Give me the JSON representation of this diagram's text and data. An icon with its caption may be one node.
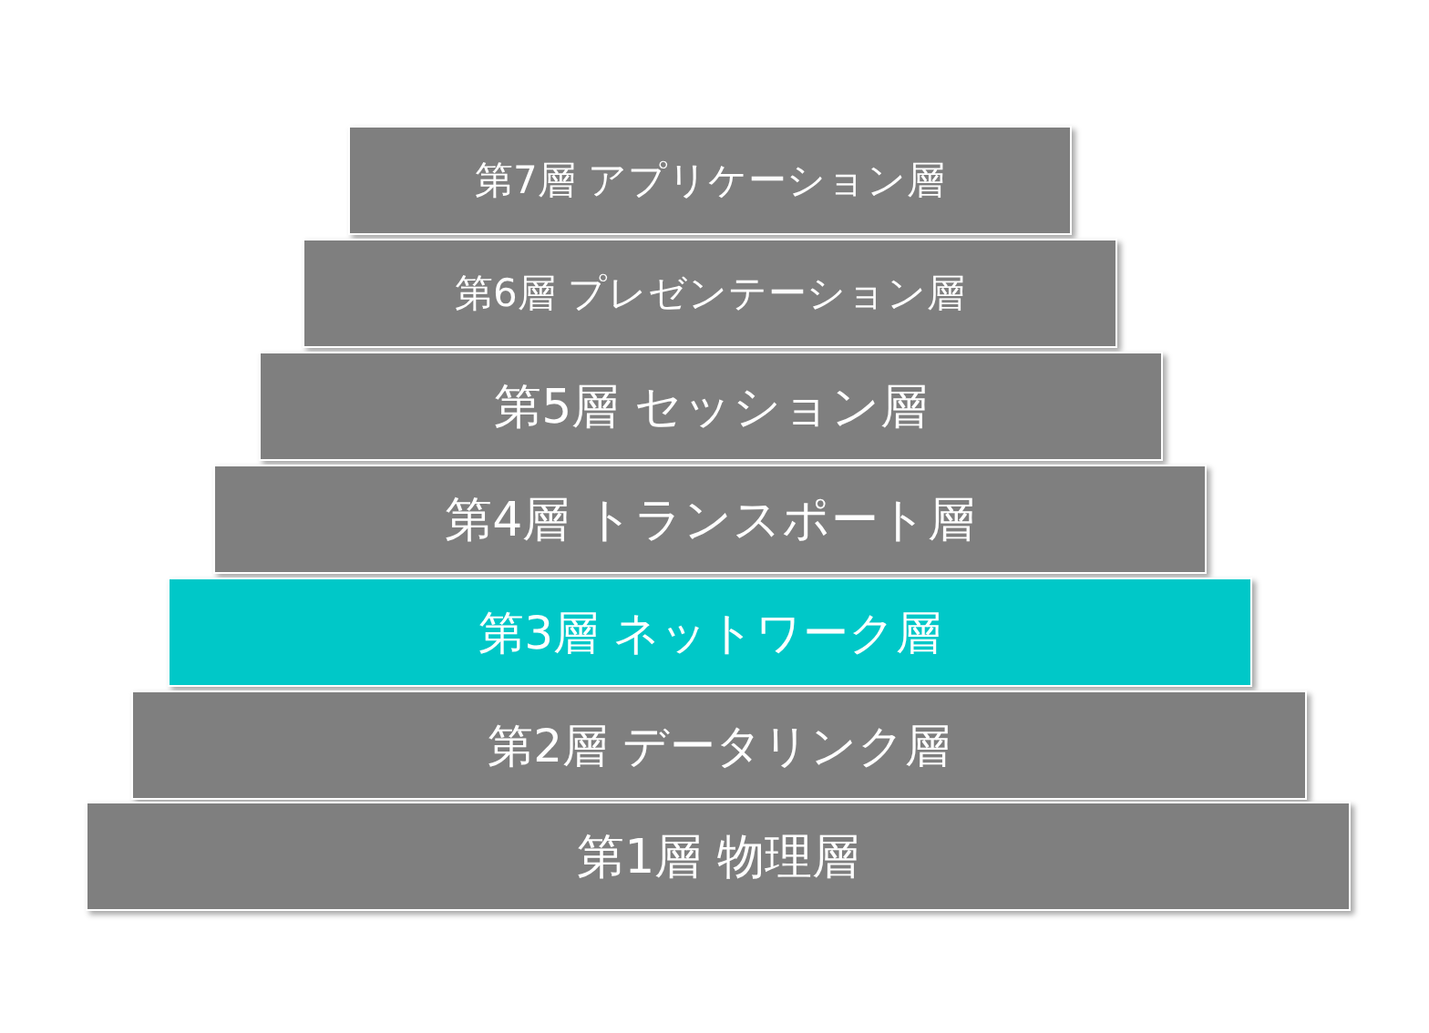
{
  "diagram": {
    "nodes": [
      {
        "text": [
          "第7層 アプリケーション層"
        ]
      },
      {
        "text": [
          "第6層 プレゼンテーション層"
        ]
      },
      {
        "text": [
          "第5層 セッション層"
        ]
      },
      {
        "text": [
          "第4層 トランスポート層"
        ]
      },
      {
        "text": [
          "第3層 ネットワーク層"
        ]
      },
      {
        "text": [
          "第2層 データリンク層"
        ]
      },
      {
        "text": [
          "第1層 物理層"
        ]
      }
    ]
  }
}
